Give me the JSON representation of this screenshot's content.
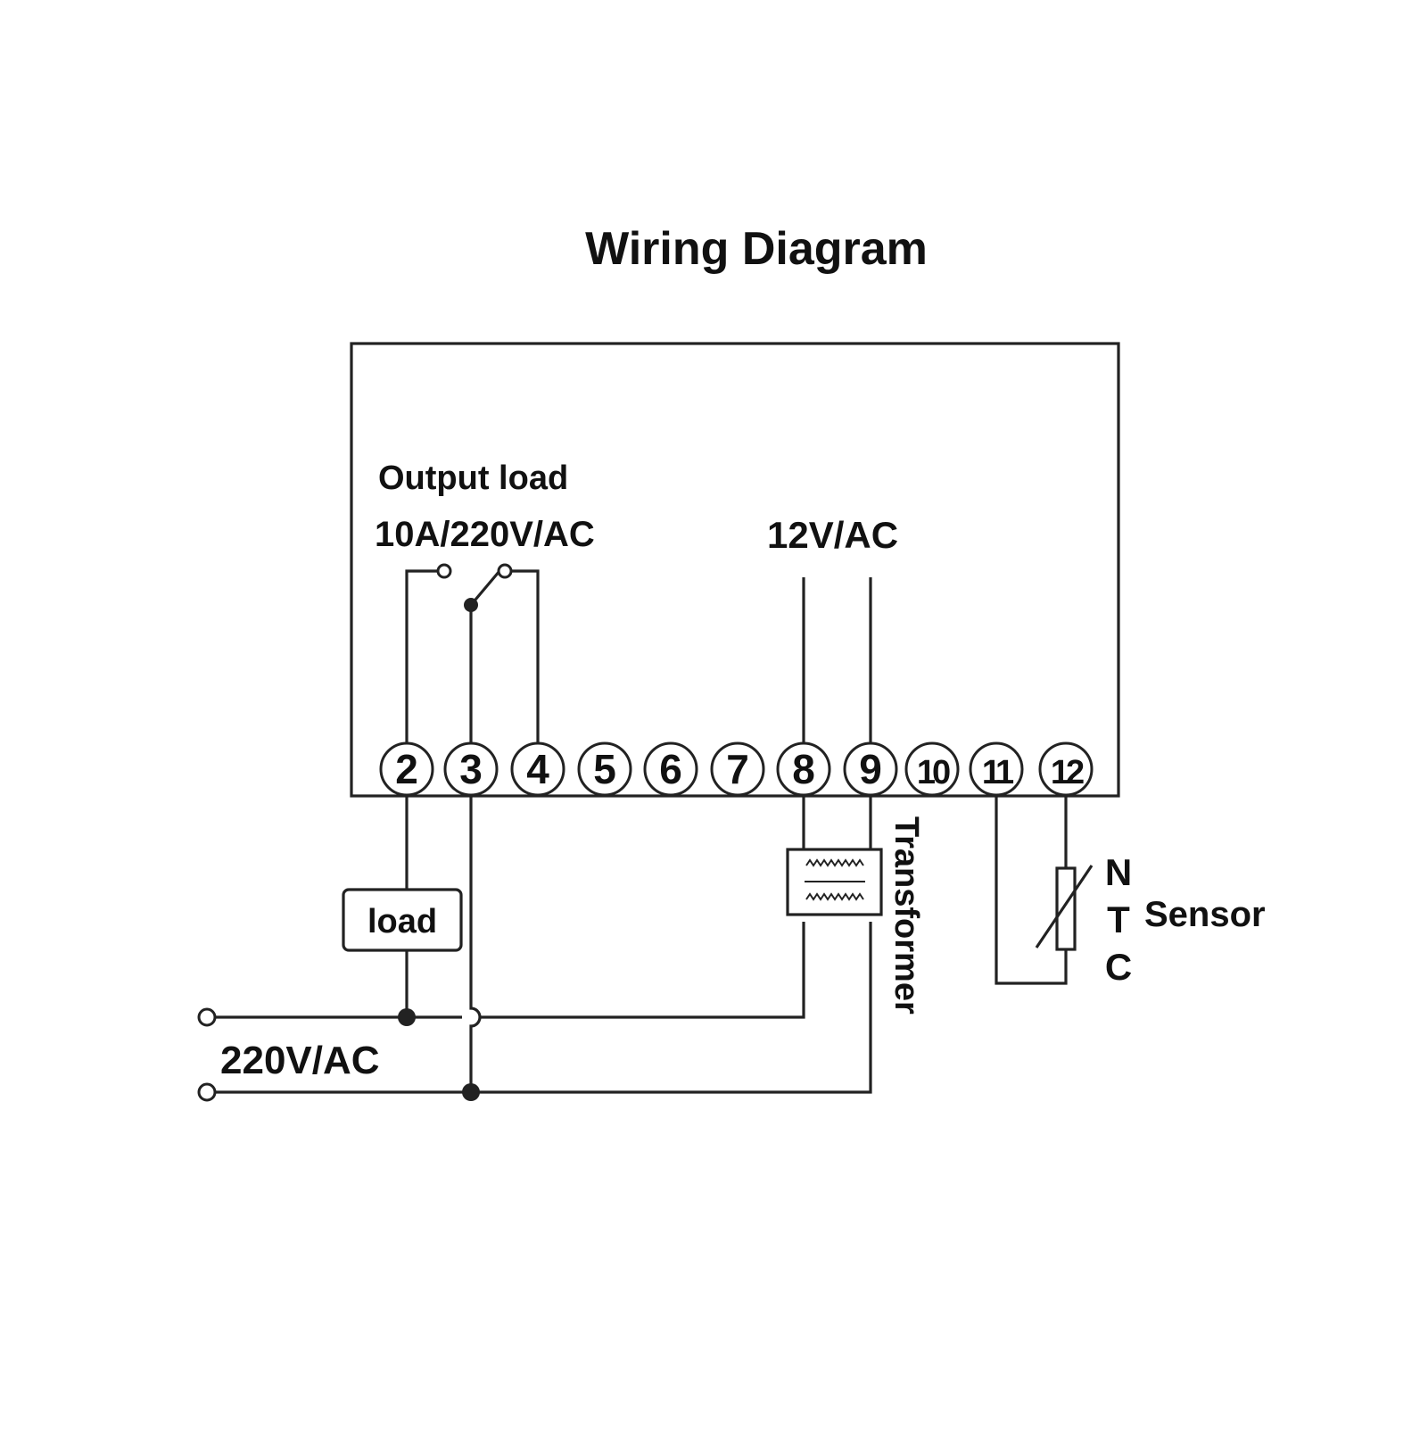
{
  "title": "Wiring Diagram",
  "labels": {
    "output_load": "Output load",
    "relay_rating": "10A/220V/AC",
    "transformer_voltage": "12V/AC",
    "load": "load",
    "supply": "220V/AC",
    "transformer": "Transformer",
    "ntc_n": "N",
    "ntc_t": "T",
    "ntc_c": "C",
    "sensor": "Sensor"
  },
  "terminals": [
    "2",
    "3",
    "4",
    "5",
    "6",
    "7",
    "8",
    "9",
    "10",
    "11",
    "12"
  ],
  "colors": {
    "line": "#222222",
    "text": "#111111",
    "background": "#ffffff"
  }
}
